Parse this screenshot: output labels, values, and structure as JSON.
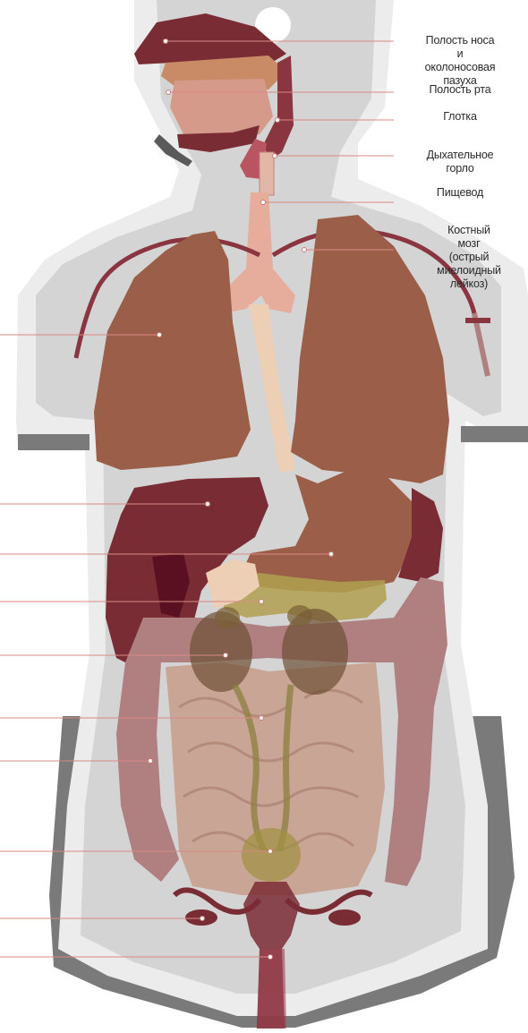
{
  "labels": {
    "nasal": "Полость носа и\nоколоносовая пазуха",
    "oral": "Полость рта",
    "pharynx": "Глотка",
    "trachea": "Дыхательное горло",
    "esophagus": "Пищевод",
    "marrow": "Костный мозг\n(острый миелоидный\nлейкоз)"
  },
  "colors": {
    "body_light": "#ececec",
    "body_mid": "#d4d4d4",
    "body_edge": "#7a7a7a",
    "lung": "#9b5e48",
    "liver": "#7a2c35",
    "stomach": "#9b5e48",
    "kidney": "#6e5035",
    "intestine": "#c9a595",
    "colon": "#b08080",
    "uterus": "#7a2c35",
    "leader": "#d88a85"
  }
}
